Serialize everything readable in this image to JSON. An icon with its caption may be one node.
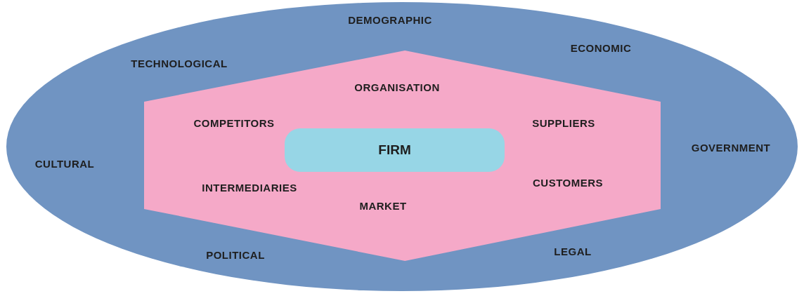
{
  "diagram": {
    "nodes": [
      {
        "text": [
          "DEMOGRAPHIC",
          "ECONOMIC",
          "TECHNOLOGICAL",
          "GOVERNMENT",
          "CULTURAL",
          "POLITICAL",
          "LEGAL"
        ]
      },
      {
        "text": [
          "ORGANISATION",
          "COMPETITORS",
          "SUPPLIERS",
          "INTERMEDIARIES",
          "CUSTOMERS",
          "MARKET"
        ],
        "in": 0
      },
      {
        "text": [
          "FIRM"
        ],
        "in": 1
      }
    ]
  }
}
